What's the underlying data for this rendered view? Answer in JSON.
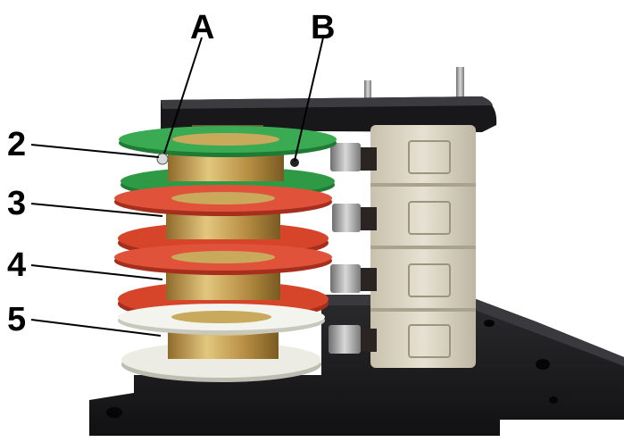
{
  "labels": {
    "top": [
      "A",
      "B"
    ],
    "side": [
      "2",
      "3",
      "4",
      "5"
    ]
  },
  "colors": {
    "background": "#ffffff",
    "base_plate": "#1c1c1e",
    "top_plate": "#1a1a1c",
    "green_disc": "#2f9a45",
    "red_disc": "#d6452a",
    "white_disc": "#ecece4",
    "brass_hub": "#c29c4e",
    "switch_body": "#dcd6c4",
    "label_text": "#000000"
  }
}
